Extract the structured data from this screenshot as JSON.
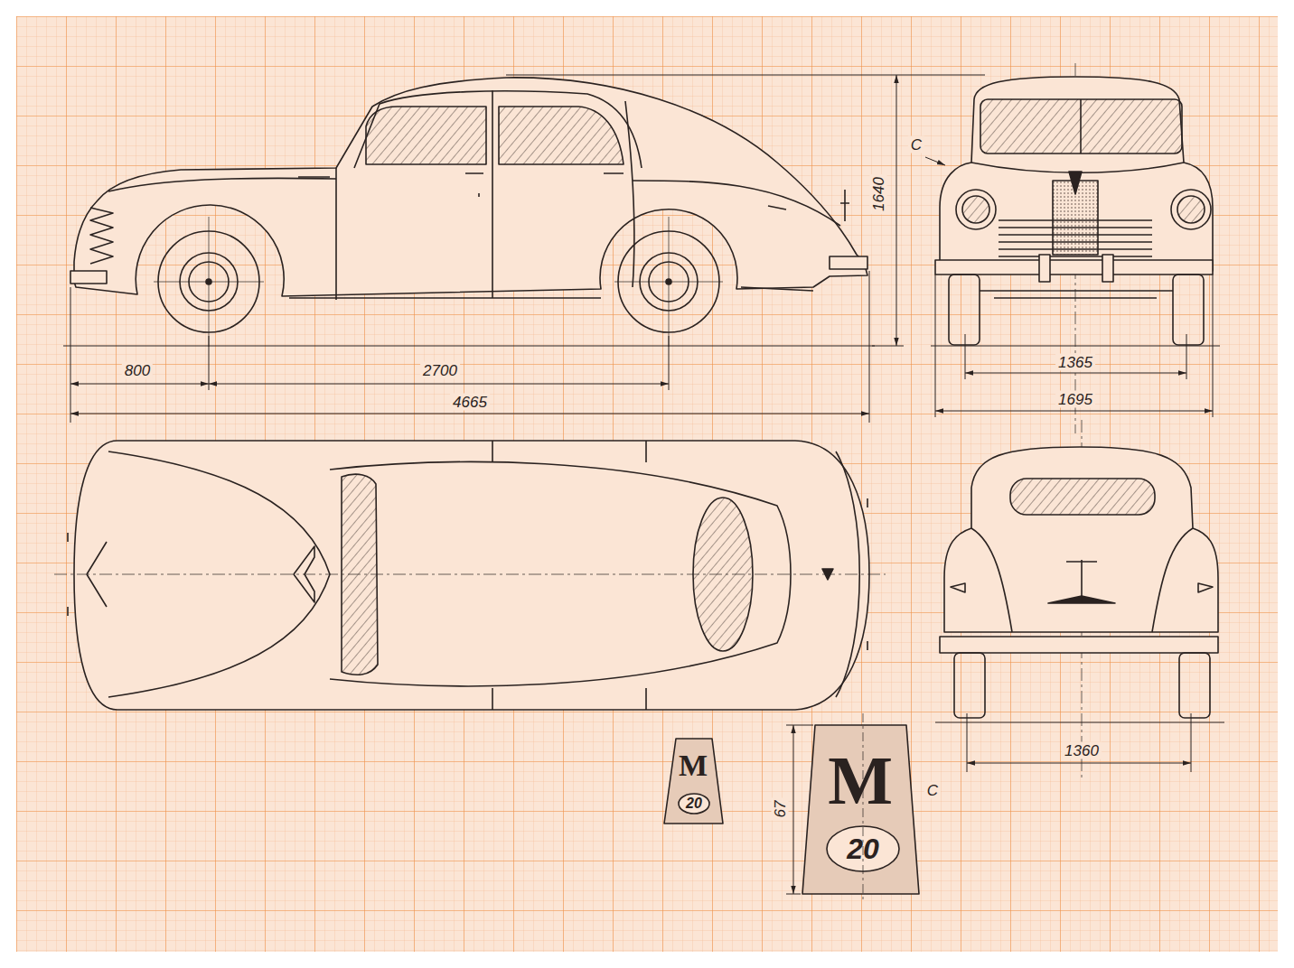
{
  "diagram": {
    "labels": [
      "1640",
      "С",
      "800",
      "2700",
      "4665",
      "1365",
      "1695",
      "1360",
      "М",
      "20",
      "67",
      "М",
      "20",
      "С"
    ]
  }
}
